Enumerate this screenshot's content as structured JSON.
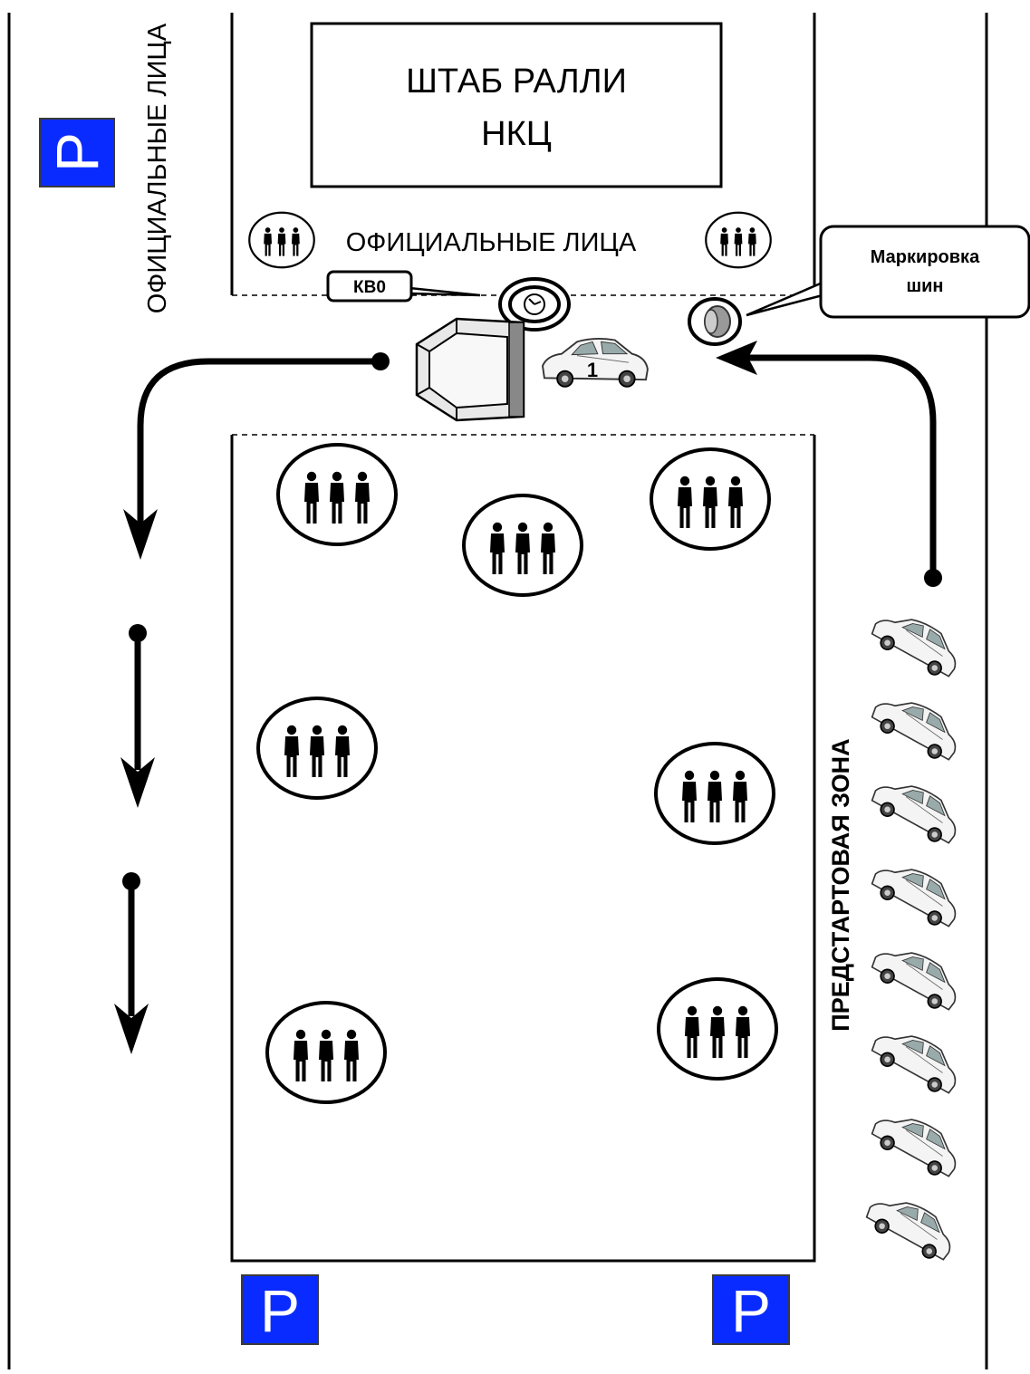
{
  "headquarters": {
    "line1": "ШТАБ РАЛЛИ",
    "line2": "НКЦ"
  },
  "officials": {
    "label_horizontal": "ОФИЦИАЛЬНЫЕ ЛИЦА",
    "label_vertical": "ОФИЦИАЛЬНЫЕ ЛИЦА"
  },
  "time_control": {
    "label": "КВ0",
    "icon": "stopwatch-icon"
  },
  "tyre_marking": {
    "line1": "Маркировка",
    "line2": "шин",
    "icon": "tyre-icon"
  },
  "start_car": {
    "number": "1"
  },
  "prestart_zone": {
    "label": "ПРЕДСТАРТОВАЯ ЗОНА",
    "cars_count": 8
  },
  "parking": {
    "symbol": "P",
    "color": "#0a2bff",
    "text_color": "#ffffff"
  },
  "spectator_groups_count": 9,
  "icons": [
    "parking-sign-icon",
    "people-group-icon",
    "stopwatch-icon",
    "tyre-icon",
    "rally-car-icon",
    "start-arch-icon",
    "arrow-icon"
  ]
}
